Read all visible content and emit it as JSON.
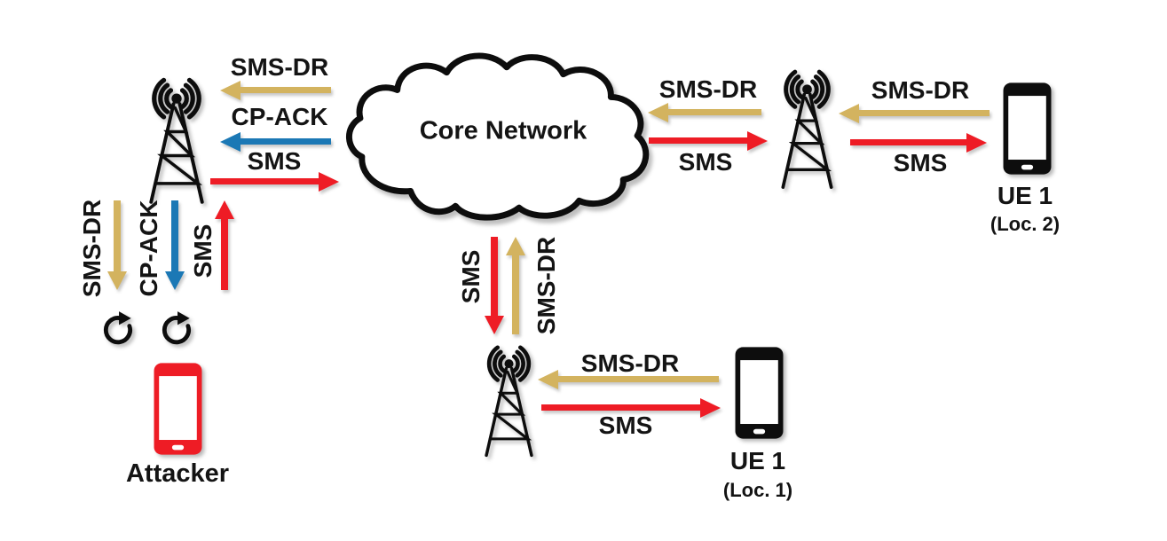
{
  "colors": {
    "sms_red": "#EE1C25",
    "sms_dr_tan": "#D3B35F",
    "cp_ack_blue": "#1B78B5",
    "outline": "#0D0D0D",
    "attacker_red": "#EE1C25"
  },
  "nodes": {
    "core_network": {
      "label": "Core Network"
    },
    "attacker": {
      "label": "Attacker"
    },
    "ue1_loc1": {
      "label": "UE 1",
      "sublabel": "(Loc. 1)"
    },
    "ue1_loc2": {
      "label": "UE 1",
      "sublabel": "(Loc. 2)"
    }
  },
  "edges": {
    "left_tower_core": {
      "sms_dr": "SMS-DR",
      "cp_ack": "CP-ACK",
      "sms": "SMS"
    },
    "attacker_left_tower": {
      "sms_dr": "SMS-DR",
      "cp_ack": "CP-ACK",
      "sms": "SMS"
    },
    "core_right_tower": {
      "sms_dr": "SMS-DR",
      "sms": "SMS"
    },
    "right_tower_ue1_loc2": {
      "sms_dr": "SMS-DR",
      "sms": "SMS"
    },
    "core_bottom_tower": {
      "sms": "SMS",
      "sms_dr": "SMS-DR"
    },
    "bottom_tower_ue1_loc1": {
      "sms_dr": "SMS-DR",
      "sms": "SMS"
    }
  }
}
